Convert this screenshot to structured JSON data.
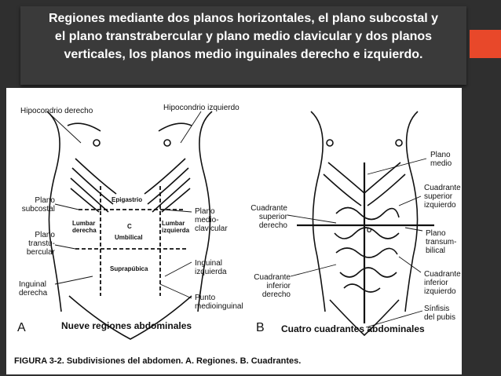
{
  "slide": {
    "title_lines": [
      "Regiones mediante dos planos horizontales, el plano subcostal y",
      "el plano transtrabercular y plano medio clavicular y dos planos",
      "verticales, los planos medio inguinales derecho e izquierdo."
    ],
    "accent_color": "#e8482a"
  },
  "figure": {
    "left_labels": {
      "hipocondrio_derecho": "Hipocondrio derecho",
      "hipocondrio_izquierdo": "Hipocondrio izquierdo",
      "plano_subcostal": "Plano\nsubcostal",
      "plano_transtubercular": "Plano\ntranstu-\nbercular",
      "inguinal_derecha": "Inguinal\nderecha",
      "plano_medioclavicular": "Plano\nmedio-\nclavicular",
      "inguinal_izquierda": "Inguinal\nizquierda",
      "punto_medioinguinal": "Punto\nmedioinguinal"
    },
    "region_labels": {
      "epigastrio": "Epigastrio",
      "umbilical": "Umbilical",
      "umbilical_letter": "C",
      "suprapubica": "Suprapúbica",
      "lumbar_derecha": "Lumbar\nderecha",
      "lumbar_izquierda": "Lumbar\nizquierda"
    },
    "right_labels": {
      "plano_medio": "Plano\nmedio",
      "cuadrante_superior_izquierdo": "Cuadrante\nsuperior\nizquierdo",
      "cuadrante_superior_derecho": "Cuadrante\nsuperior\nderecho",
      "plano_transumbilical": "Plano\ntransum-\nbilical",
      "cuadrante_inferior_derecho": "Cuadrante\ninferior\nderecho",
      "cuadrante_inferior_izquierdo": "Cuadrante\ninferior\nizquierdo",
      "sinfisis_pubis": "Sínfisis\ndel pubis",
      "center_letter": "O"
    },
    "captions": {
      "panel_a_letter": "A",
      "panel_a_caption": "Nueve regiones abdominales",
      "panel_b_letter": "B",
      "panel_b_caption": "Cuatro cuadrantes abdominales",
      "figure_caption": "FIGURA 3-2.  Subdivisiones del abdomen. A. Regiones. B. Cuadrantes."
    }
  }
}
